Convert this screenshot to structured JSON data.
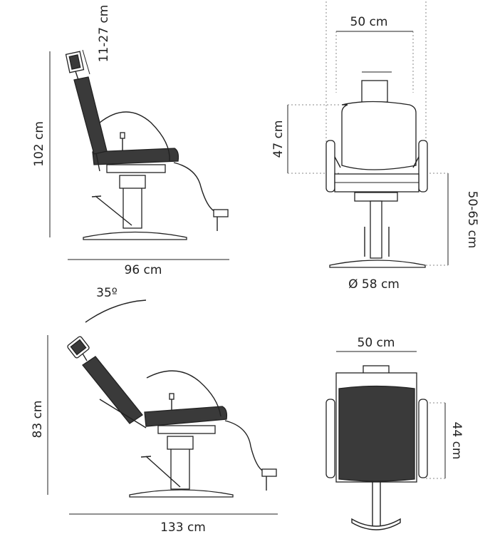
{
  "dimensions": {
    "headrest_range": "11-27 cm",
    "side_height": "102 cm",
    "side_depth": "96 cm",
    "front_width": "50 cm",
    "backrest_height": "47 cm",
    "seat_height": "50-65 cm",
    "base_diameter": "Ø 58 cm",
    "recline_angle": "35º",
    "reclined_height": "83 cm",
    "reclined_length": "133 cm",
    "rear_width": "50 cm",
    "rear_backrest_height": "44 cm"
  },
  "colors": {
    "line": "#222222",
    "upholstery": "#3a3a3a",
    "guide": "#888888"
  }
}
